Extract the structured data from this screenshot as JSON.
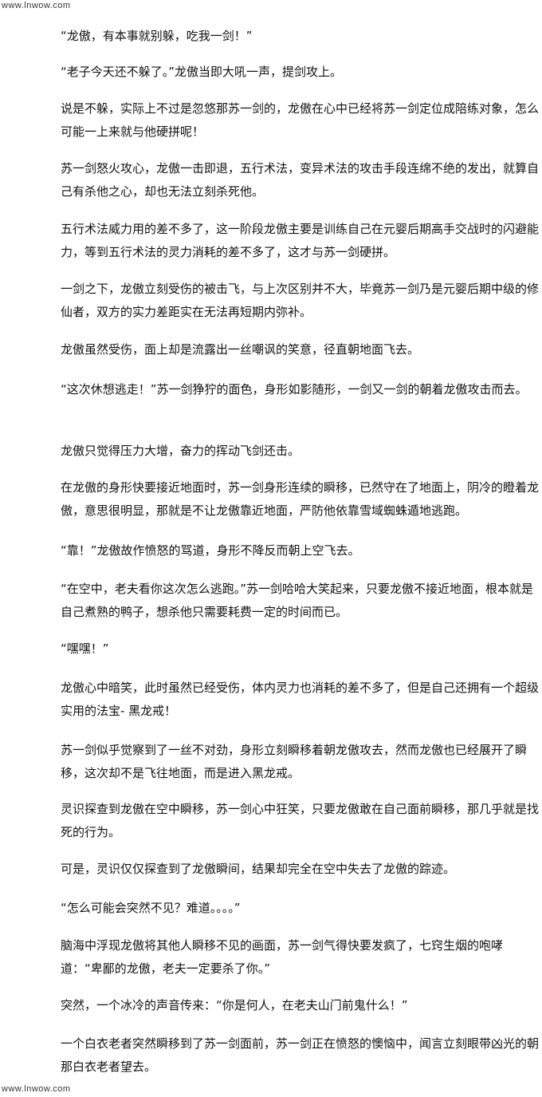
{
  "header": {
    "site_url": "www.lnwow.com"
  },
  "footer": {
    "site_url": "www.lnwow.com"
  },
  "paragraphs": [
    "“龙傲，有本事就别躲，吃我一剑！”",
    "“老子今天还不躲了。”龙傲当即大吼一声，提剑攻上。",
    "  说是不躲，实际上不过是忽悠那苏一剑的，龙傲在心中已经将苏一剑定位成陪练对象，怎么可能一上来就与他硬拼呢！",
    "  苏一剑怒火攻心，龙傲一击即退，五行术法，变异术法的攻击手段连绵不绝的发出，就算自己有杀他之心，却也无法立刻杀死他。",
    "五行术法威力用的差不多了，这一阶段龙傲主要是训练自己在元婴后期高手交战时的闪避能力，等到五行术法的灵力消耗的差不多了，这才与苏一剑硬拼。",
    "  一剑之下，龙傲立刻受伤的被击飞，与上次区别并不大，毕竟苏一剑乃是元婴后期中级的修仙者，双方的实力差距实在无法再短期内弥补。",
    "龙傲虽然受伤，面上却是流露出一丝嘲讽的笑意，径直朝地面飞去。",
    "“这次休想逃走！”苏一剑狰狞的面色，身形如影随形，一剑又一剑的朝着龙傲攻击而去。",
    "龙傲只觉得压力大增，奋力的挥动飞剑还击。",
    "在龙傲的身形快要接近地面时，苏一剑身形连续的瞬移，已然守在了地面上，阴冷的瞪着龙傲，意思很明显，那就是不让龙傲靠近地面，严防他依靠雪域蜘蛛遁地逃跑。",
    " “靠！”龙傲故作愤怒的骂道，身形不降反而朝上空飞去。",
    "“在空中，老夫看你这次怎么逃跑。”苏一剑哈哈大笑起来，只要龙傲不接近地面，根本就是自己煮熟的鸭子，想杀他只需要耗费一定的时间而已。",
    "“嘿嘿！”",
    "龙傲心中暗笑，此时虽然已经受伤，体内灵力也消耗的差不多了，但是自己还拥有一个超级实用的法宝- 黑龙戒！",
    "  苏一剑似乎觉察到了一丝不对劲，身形立刻瞬移着朝龙傲攻去，然而龙傲也已经展开了瞬移，这次却不是飞往地面，而是进入黑龙戒。",
    "  灵识探查到龙傲在空中瞬移，苏一剑心中狂笑，只要龙傲敢在自己面前瞬移，那几乎就是找死的行为。",
    "  可是，灵识仅仅探查到了龙傲瞬间，结果却完全在空中失去了龙傲的踪迹。",
    "“怎么可能会突然不见？难道。。。。”",
    "  脑海中浮现龙傲将其他人瞬移不见的画面，苏一剑气得快要发疯了，七窍生烟的咆哮道：“卑鄙的龙傲，老夫一定要杀了你。”",
    "  突然，一个冰冷的声音传来：“你是何人，在老夫山门前鬼什么！”",
    "  一个白衣老者突然瞬移到了苏一剑面前，苏一剑正在愤怒的懊恼中，闻言立刻眼带凶光的朝那白衣老者望去。"
  ]
}
